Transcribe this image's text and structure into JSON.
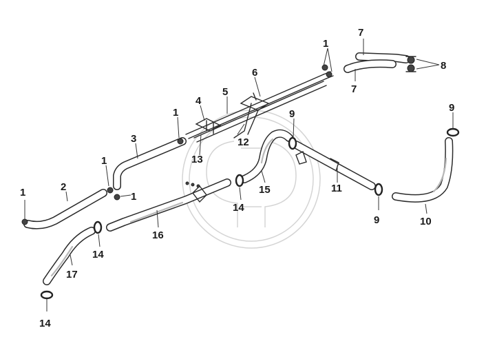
{
  "callouts": {
    "c1a": "1",
    "c1b": "1",
    "c1c": "1",
    "c1d": "1",
    "c1e": "1",
    "c2": "2",
    "c3": "3",
    "c4": "4",
    "c5": "5",
    "c6": "6",
    "c7a": "7",
    "c7b": "7",
    "c8": "8",
    "c9a": "9",
    "c9b": "9",
    "c9c": "9",
    "c10": "10",
    "c11": "11",
    "c12": "12",
    "c13": "13",
    "c14a": "14",
    "c14b": "14",
    "c14c": "14",
    "c15": "15",
    "c16": "16",
    "c17": "17"
  },
  "colors": {
    "line": "#2a2a2a",
    "watermark": "#c9c9c9",
    "background": "#ffffff"
  }
}
